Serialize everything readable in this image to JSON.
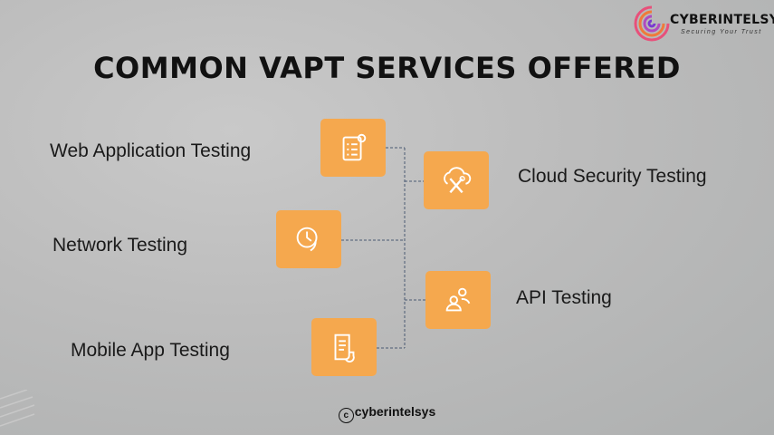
{
  "brand": {
    "name": "CYBERINTELSYS",
    "tagline": "Securing Your Trust",
    "copyright_symbol": "c",
    "handle": "cyberintelsys"
  },
  "title": "COMMON VAPT SERVICES OFFERED",
  "colors": {
    "box": "#f5a84e",
    "connector": "#4a5a72",
    "text": "#1a1a1a"
  },
  "services": [
    {
      "label": "Web Application Testing",
      "icon": "checklist-icon"
    },
    {
      "label": "Cloud Security Testing",
      "icon": "cloud-tools-icon"
    },
    {
      "label": "Network Testing",
      "icon": "clock-icon"
    },
    {
      "label": "API Testing",
      "icon": "users-icon"
    },
    {
      "label": "Mobile App Testing",
      "icon": "document-icon"
    }
  ]
}
